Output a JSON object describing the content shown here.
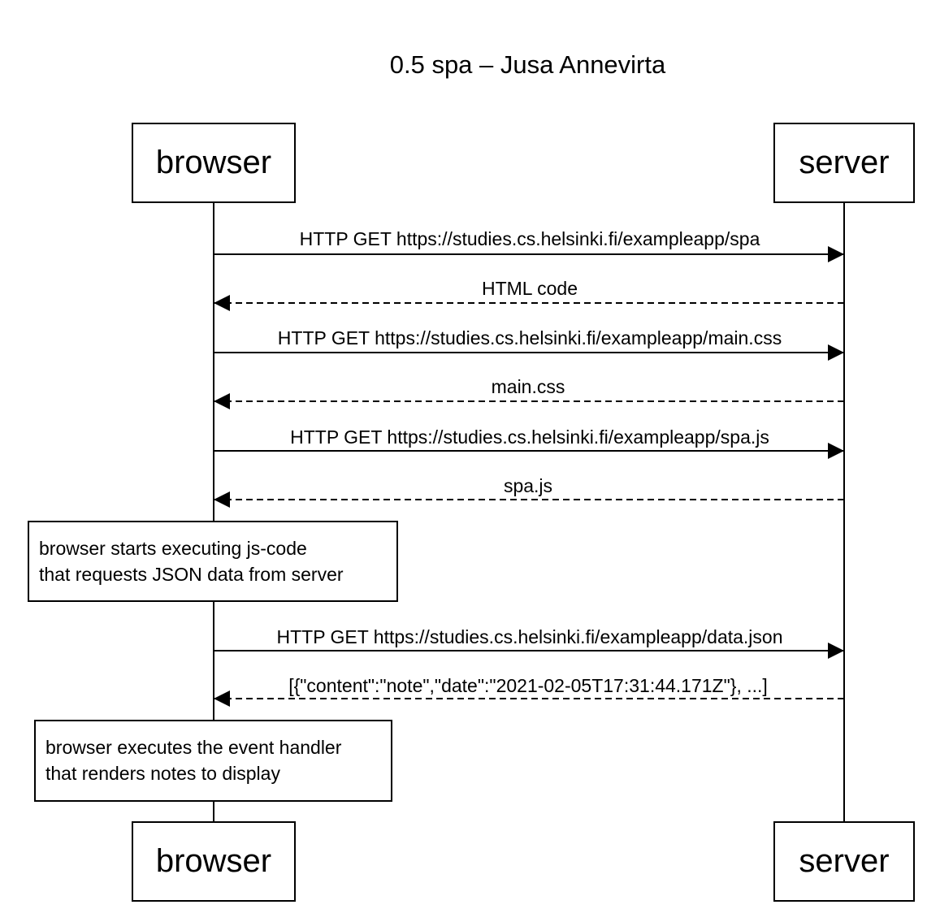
{
  "title": "0.5 spa – Jusa Annevirta",
  "actors": {
    "left": "browser",
    "right": "server"
  },
  "messages": [
    {
      "text": "HTTP GET https://studies.cs.helsinki.fi/exampleapp/spa",
      "direction": "to-server",
      "style": "solid"
    },
    {
      "text": "HTML code",
      "direction": "to-browser",
      "style": "dashed"
    },
    {
      "text": "HTTP GET https://studies.cs.helsinki.fi/exampleapp/main.css",
      "direction": "to-server",
      "style": "solid"
    },
    {
      "text": "main.css",
      "direction": "to-browser",
      "style": "dashed"
    },
    {
      "text": "HTTP GET https://studies.cs.helsinki.fi/exampleapp/spa.js",
      "direction": "to-server",
      "style": "solid"
    },
    {
      "text": "spa.js",
      "direction": "to-browser",
      "style": "dashed"
    },
    {
      "text": "HTTP GET https://studies.cs.helsinki.fi/exampleapp/data.json",
      "direction": "to-server",
      "style": "solid"
    },
    {
      "text": "[{\"content\":\"note\",\"date\":\"2021-02-05T17:31:44.171Z\"}, ...]",
      "direction": "to-browser",
      "style": "dashed"
    }
  ],
  "notes": [
    {
      "lines": [
        "browser starts executing js-code",
        "that requests JSON data from server"
      ]
    },
    {
      "lines": [
        "browser executes the event handler",
        "that renders notes to display"
      ]
    }
  ]
}
